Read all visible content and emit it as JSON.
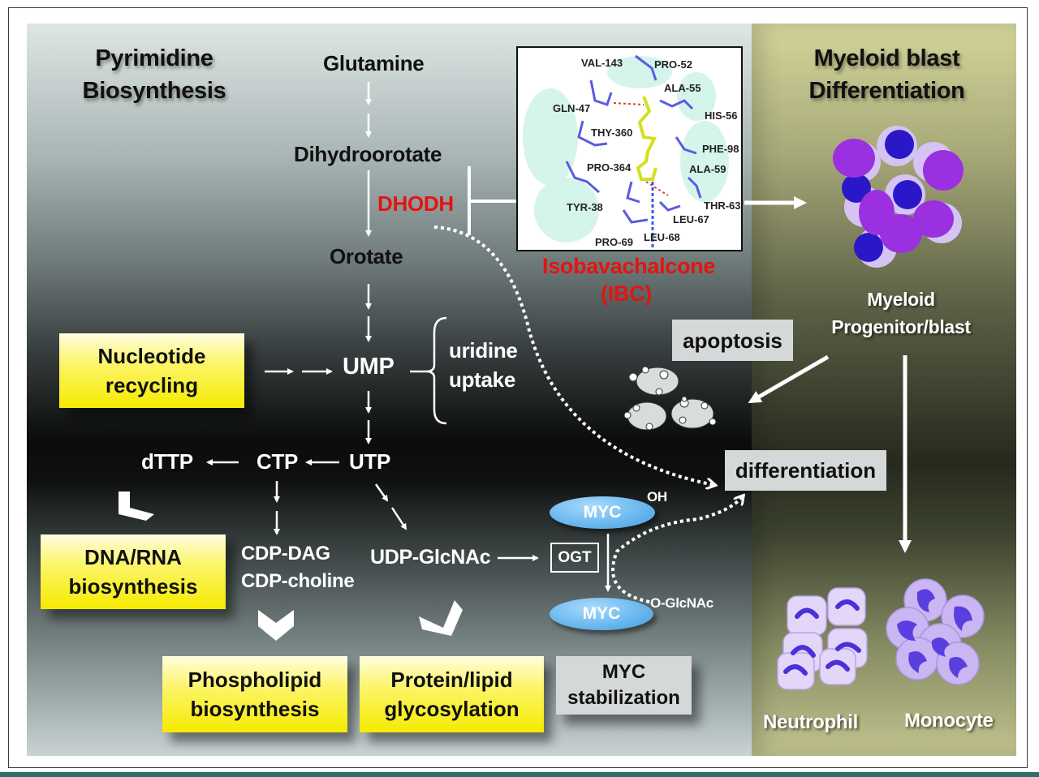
{
  "figure": {
    "left_title": [
      "Pyrimidine",
      "Biosynthesis"
    ],
    "right_title": [
      "Myeloid blast",
      "Differentiation"
    ]
  },
  "pathway": {
    "glutamine": "Glutamine",
    "dihydroorotate": "Dihydroorotate",
    "enzyme": "DHODH",
    "orotate": "Orotate",
    "ump": "UMP",
    "uridine_uptake": [
      "uridine",
      "uptake"
    ],
    "utp": "UTP",
    "ctp": "CTP",
    "dttp": "dTTP",
    "cdp": [
      "CDP-DAG",
      "CDP-choline"
    ],
    "udp_glcnac": "UDP-GlcNAc",
    "ogt": "OGT",
    "myc_top": "MYC",
    "myc_top_mod": "OH",
    "myc_bottom": "MYC",
    "myc_bottom_mod": "O-GlcNAc"
  },
  "boxes": {
    "nucleotide_recycling": [
      "Nucleotide",
      "recycling"
    ],
    "dna_rna": [
      "DNA/RNA",
      "biosynthesis"
    ],
    "phospholipid": [
      "Phospholipid",
      "biosynthesis"
    ],
    "glycosylation": [
      "Protein/lipid",
      "glycosylation"
    ],
    "myc_stabilization": [
      "MYC",
      "stabilization"
    ],
    "apoptosis": "apoptosis",
    "differentiation": "differentiation"
  },
  "inhibitor": {
    "name": "Isobavachalcone",
    "abbr": "(IBC)",
    "residues": [
      "VAL-143",
      "PRO-52",
      "ALA-55",
      "GLN-47",
      "HIS-56",
      "THY-360",
      "PHE-98",
      "PRO-364",
      "ALA-59",
      "TYR-38",
      "THR-63",
      "LEU-67",
      "PRO-69",
      "LEU-68"
    ]
  },
  "cells": {
    "progenitor": [
      "Myeloid",
      "Progenitor/blast"
    ],
    "neutrophil": "Neutrophil",
    "monocyte": "Monocyte"
  },
  "colors": {
    "enzyme_red": "#e3140f",
    "highlight_yellow": "#f6ea00",
    "myc_blue": "#6cb9f0",
    "blast_purple": "#9b30e0",
    "nucleus_blue": "#2a18c8",
    "mature_cell_lilac": "#c9b6f2"
  }
}
